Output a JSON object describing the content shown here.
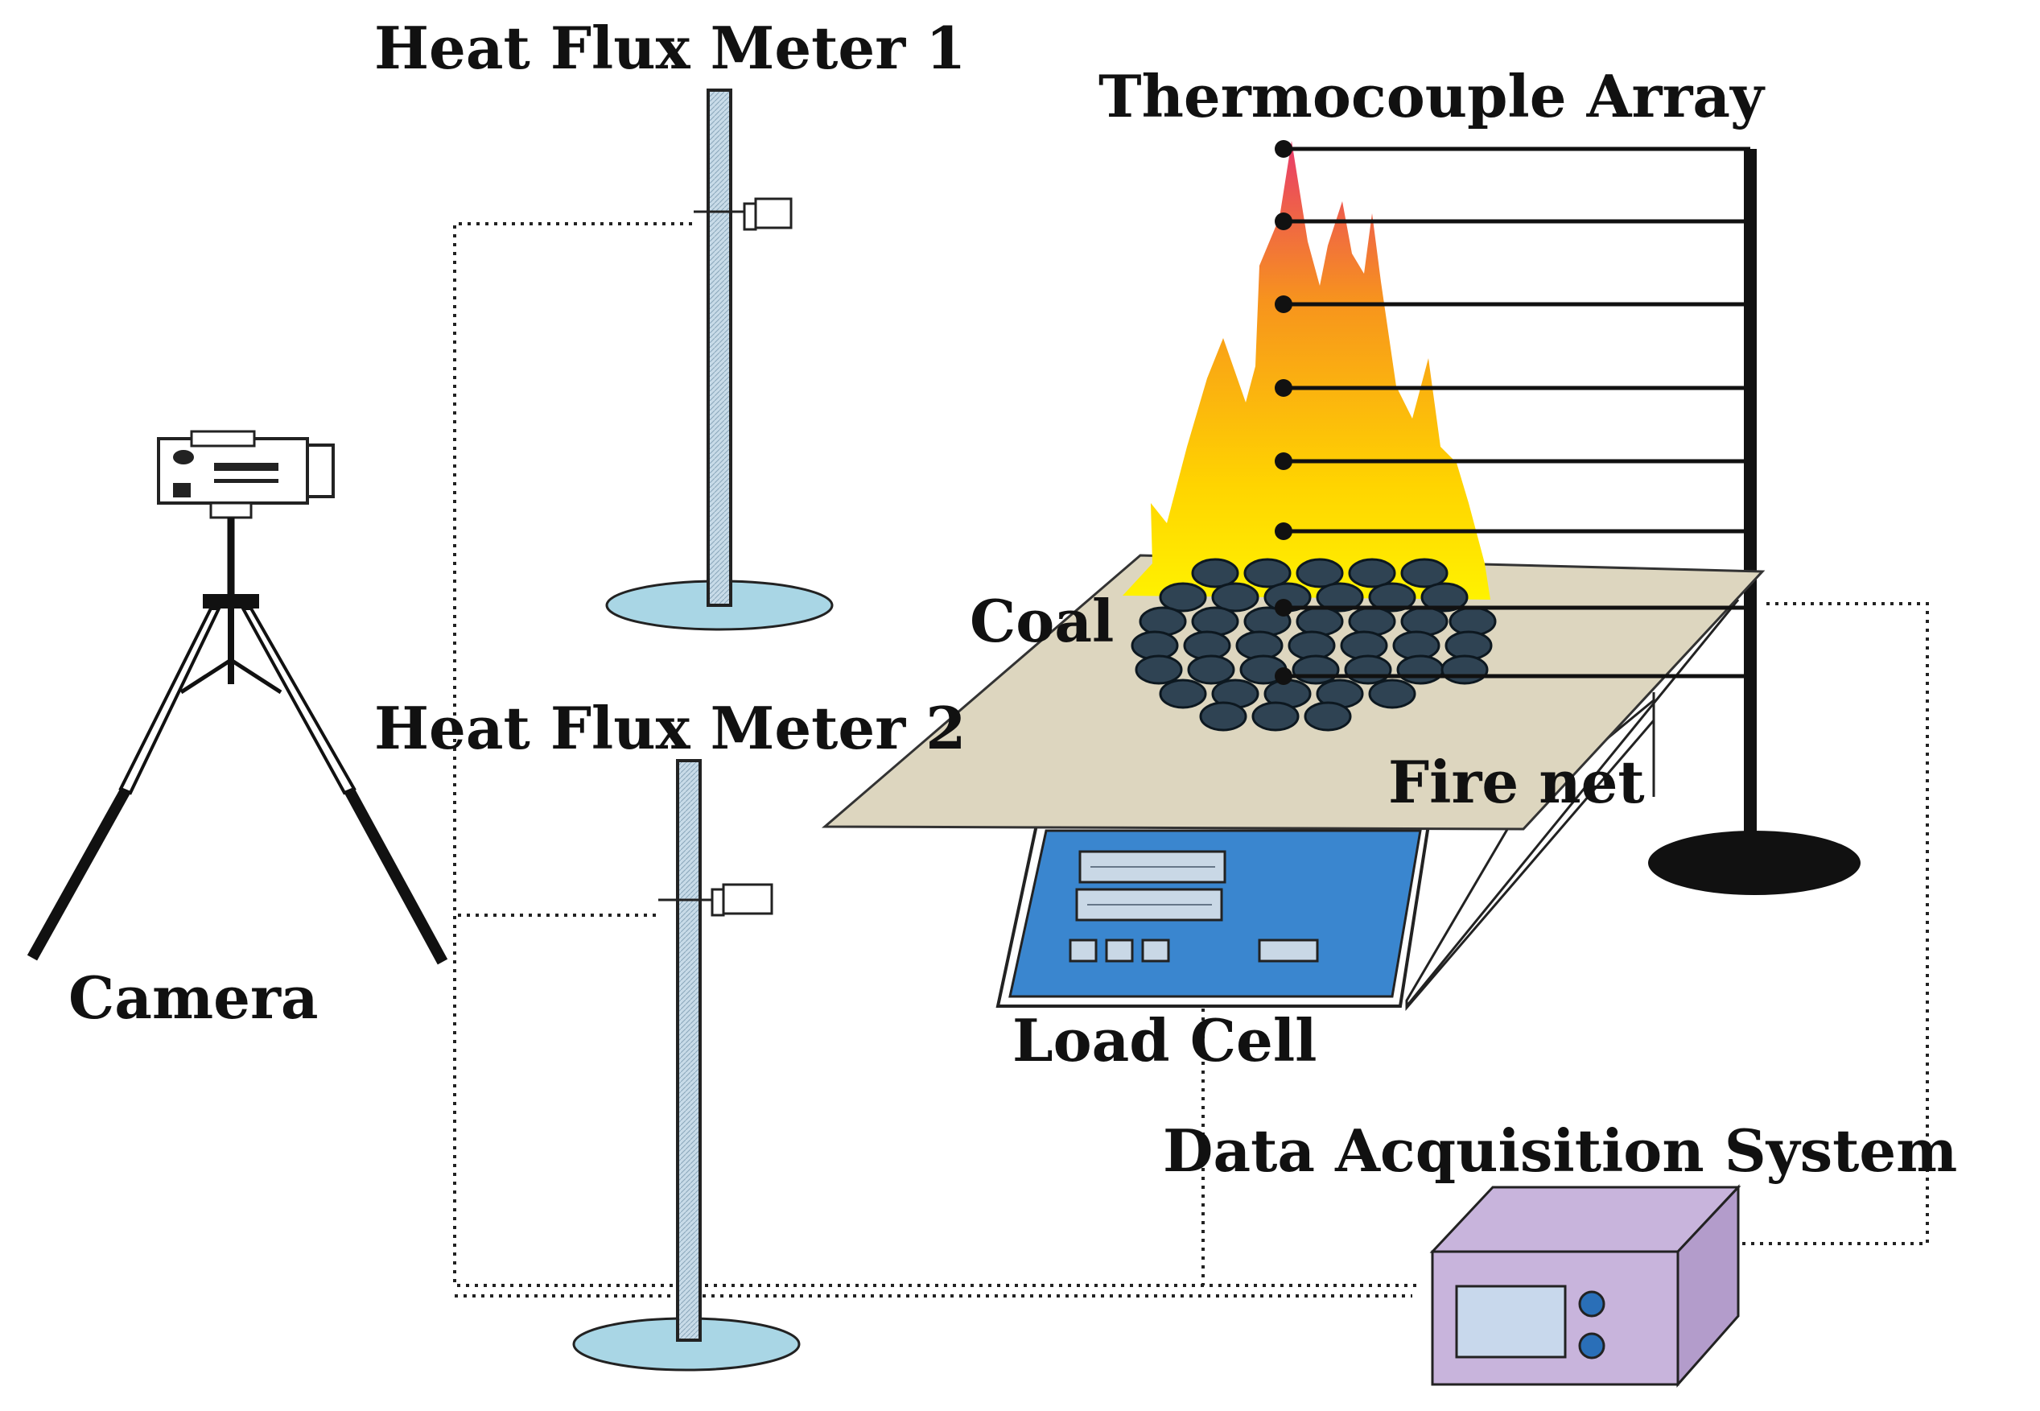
{
  "labels": {
    "heat_flux_meter_1": "Heat Flux Meter 1",
    "heat_flux_meter_2": "Heat Flux Meter 2",
    "thermocouple_array": "Thermocouple Array",
    "coal": "Coal",
    "fire_net": "Fire net",
    "camera": "Camera",
    "load_cell": "Load Cell",
    "data_acquisition_system": "Data Acquisition System"
  },
  "colors": {
    "pole_fill": "#c8dbe8",
    "base_fill": "#a9d6e5",
    "fire_net_fill": "#ddd6bf",
    "load_cell_fill": "#3a86cf",
    "coal_fill": "#2f4353",
    "daq_fill": "#c8b4dc",
    "flame_top": "#e8396b",
    "flame_mid": "#f7941d",
    "flame_bottom": "#fff200"
  },
  "icons": [
    "video-camera-icon",
    "tripod-icon",
    "flame-icon"
  ]
}
